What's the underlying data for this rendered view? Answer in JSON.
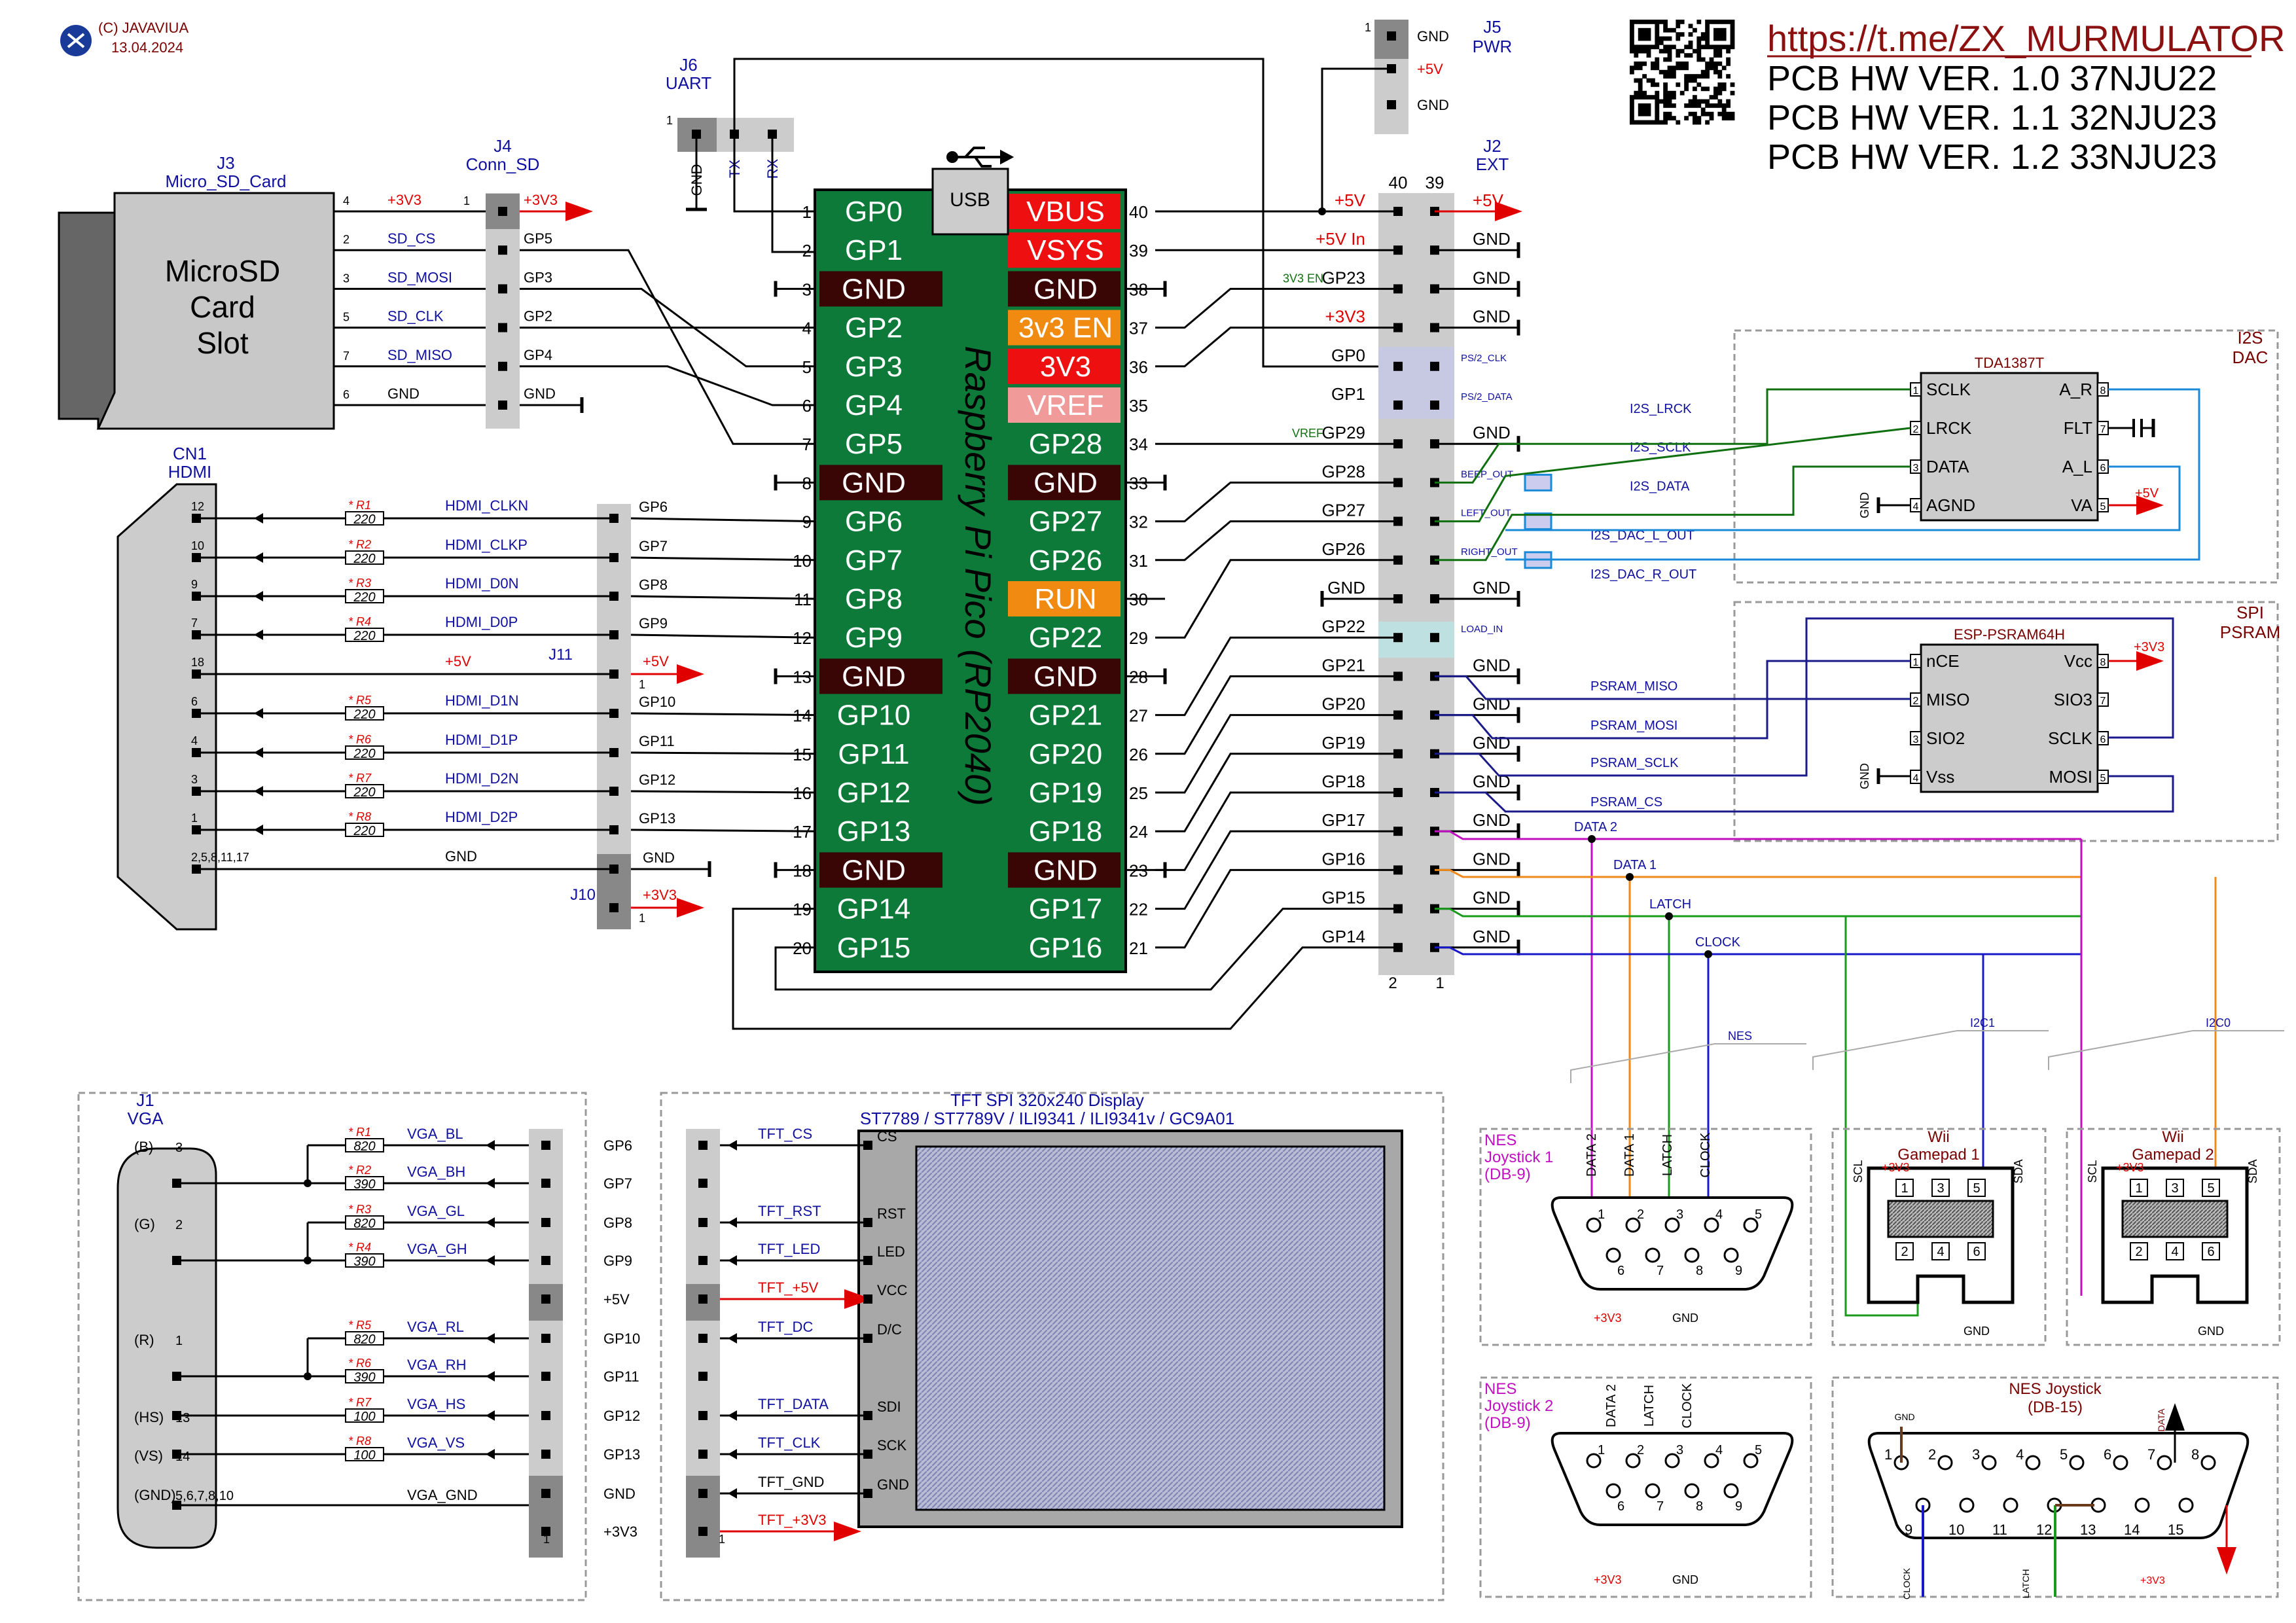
{
  "header": {
    "copyright": "(C) JAVAVIUA",
    "date": "13.04.2024",
    "url": "https://t.me/ZX_MURMULATOR",
    "versions": [
      "PCB HW  VER. 1.0   37NJU22",
      "PCB HW  VER. 1.1   32NJU23",
      "PCB HW  VER. 1.2   33NJU23"
    ]
  },
  "pico": {
    "title": "Raspberry Pi Pico  (RP2040)",
    "usb": "USB",
    "left": [
      {
        "n": "1",
        "l": "GP0",
        "t": "g"
      },
      {
        "n": "2",
        "l": "GP1",
        "t": "g"
      },
      {
        "n": "3",
        "l": "GND",
        "t": "k"
      },
      {
        "n": "4",
        "l": "GP2",
        "t": "g"
      },
      {
        "n": "5",
        "l": "GP3",
        "t": "g"
      },
      {
        "n": "6",
        "l": "GP4",
        "t": "g"
      },
      {
        "n": "7",
        "l": "GP5",
        "t": "g"
      },
      {
        "n": "8",
        "l": "GND",
        "t": "k"
      },
      {
        "n": "9",
        "l": "GP6",
        "t": "g"
      },
      {
        "n": "10",
        "l": "GP7",
        "t": "g"
      },
      {
        "n": "11",
        "l": "GP8",
        "t": "g"
      },
      {
        "n": "12",
        "l": "GP9",
        "t": "g"
      },
      {
        "n": "13",
        "l": "GND",
        "t": "k"
      },
      {
        "n": "14",
        "l": "GP10",
        "t": "g"
      },
      {
        "n": "15",
        "l": "GP11",
        "t": "g"
      },
      {
        "n": "16",
        "l": "GP12",
        "t": "g"
      },
      {
        "n": "17",
        "l": "GP13",
        "t": "g"
      },
      {
        "n": "18",
        "l": "GND",
        "t": "k"
      },
      {
        "n": "19",
        "l": "GP14",
        "t": "g"
      },
      {
        "n": "20",
        "l": "GP15",
        "t": "g"
      }
    ],
    "right": [
      {
        "n": "40",
        "l": "VBUS",
        "t": "r"
      },
      {
        "n": "39",
        "l": "VSYS",
        "t": "r"
      },
      {
        "n": "38",
        "l": "GND",
        "t": "k"
      },
      {
        "n": "37",
        "l": "3v3 EN",
        "t": "o"
      },
      {
        "n": "36",
        "l": "3V3",
        "t": "r"
      },
      {
        "n": "35",
        "l": "VREF",
        "t": "p"
      },
      {
        "n": "34",
        "l": "GP28",
        "t": "g"
      },
      {
        "n": "33",
        "l": "GND",
        "t": "k"
      },
      {
        "n": "32",
        "l": "GP27",
        "t": "g"
      },
      {
        "n": "31",
        "l": "GP26",
        "t": "g"
      },
      {
        "n": "30",
        "l": "RUN",
        "t": "o"
      },
      {
        "n": "29",
        "l": "GP22",
        "t": "g"
      },
      {
        "n": "28",
        "l": "GND",
        "t": "k"
      },
      {
        "n": "27",
        "l": "GP21",
        "t": "g"
      },
      {
        "n": "26",
        "l": "GP20",
        "t": "g"
      },
      {
        "n": "25",
        "l": "GP19",
        "t": "g"
      },
      {
        "n": "24",
        "l": "GP18",
        "t": "g"
      },
      {
        "n": "23",
        "l": "GND",
        "t": "k"
      },
      {
        "n": "22",
        "l": "GP17",
        "t": "g"
      },
      {
        "n": "21",
        "l": "GP16",
        "t": "g"
      }
    ]
  },
  "sd": {
    "ref": "J3",
    "name": "Micro_SD_Card",
    "body": [
      "MicroSD",
      "Card",
      "Slot"
    ],
    "conn_ref": "J4",
    "conn_name": "Conn_SD",
    "rows": [
      {
        "pin": "4",
        "sig": "+3V3",
        "gp": "+3V3",
        "c": "red"
      },
      {
        "pin": "2",
        "sig": "SD_CS",
        "gp": "GP5",
        "c": "blue"
      },
      {
        "pin": "3",
        "sig": "SD_MOSI",
        "gp": "GP3",
        "c": "blue"
      },
      {
        "pin": "5",
        "sig": "SD_CLK",
        "gp": "GP2",
        "c": "blue"
      },
      {
        "pin": "7",
        "sig": "SD_MISO",
        "gp": "GP4",
        "c": "blue"
      },
      {
        "pin": "6",
        "sig": "GND",
        "gp": "GND",
        "c": "txt"
      }
    ]
  },
  "hdmi": {
    "ref": "CN1",
    "name": "HDMI",
    "rows": [
      {
        "pin": "12",
        "r": "R1",
        "v": "220",
        "sig": "HDMI_CLKN",
        "gp": "GP6",
        "c": "blue"
      },
      {
        "pin": "10",
        "r": "R2",
        "v": "220",
        "sig": "HDMI_CLKP",
        "gp": "GP7",
        "c": "blue"
      },
      {
        "pin": "9",
        "r": "R3",
        "v": "220",
        "sig": "HDMI_D0N",
        "gp": "GP8",
        "c": "blue"
      },
      {
        "pin": "7",
        "r": "R4",
        "v": "220",
        "sig": "HDMI_D0P",
        "gp": "GP9",
        "c": "blue"
      },
      {
        "pin": "18",
        "r": "",
        "v": "",
        "sig": "+5V",
        "gp": "+5V",
        "c": "red"
      },
      {
        "pin": "6",
        "r": "R5",
        "v": "220",
        "sig": "HDMI_D1N",
        "gp": "GP10",
        "c": "blue"
      },
      {
        "pin": "4",
        "r": "R6",
        "v": "220",
        "sig": "HDMI_D1P",
        "gp": "GP11",
        "c": "blue"
      },
      {
        "pin": "3",
        "r": "R7",
        "v": "220",
        "sig": "HDMI_D2N",
        "gp": "GP12",
        "c": "blue"
      },
      {
        "pin": "1",
        "r": "R8",
        "v": "220",
        "sig": "HDMI_D2P",
        "gp": "GP13",
        "c": "blue"
      },
      {
        "pin": "2,5,8,11,17",
        "r": "",
        "v": "",
        "sig": "GND",
        "gp": "GND",
        "c": "txt"
      }
    ],
    "j11": "J11",
    "j10": "J10",
    "j10_p5": "+3V3"
  },
  "uart": {
    "ref": "J6",
    "name": "UART",
    "pins": [
      "GND",
      "TX",
      "RX"
    ]
  },
  "pwr": {
    "ref": "J5",
    "name": "PWR",
    "pins": [
      "GND",
      "+5V",
      "GND"
    ]
  },
  "ext": {
    "ref": "J2",
    "name": "EXT",
    "col_a": "40",
    "col_b": "39",
    "col_c": "2",
    "col_d": "1",
    "left": [
      "+5V",
      "+5V In",
      "3V3 EN GP23",
      "+3V3",
      "GP0",
      "GP1",
      "VREF GP29",
      "GP28",
      "GP27",
      "GP26",
      "GND",
      "GP22",
      "GP21",
      "GP20",
      "GP19",
      "GP18",
      "GP17",
      "GP16",
      "GP15",
      "GP14"
    ],
    "right": [
      "+5V",
      "GND",
      "GND",
      "GND",
      "PS/2_CLK",
      "PS/2_DATA",
      "GND",
      "BEEP_OUT",
      "LEFT_OUT",
      "RIGHT_OUT",
      "GND",
      "LOAD_IN",
      "GND",
      "GND",
      "GND",
      "GND",
      "GND",
      "GND",
      "GND",
      "GND"
    ]
  },
  "dac": {
    "title": "I2S DAC",
    "chip": "TDA1387T",
    "left": [
      "SCLK",
      "LRCK",
      "DATA",
      "AGND"
    ],
    "right": [
      "A_R",
      "FLT",
      "A_L",
      "VA"
    ],
    "lpins": [
      "1",
      "2",
      "3",
      "4"
    ],
    "rpins": [
      "8",
      "7",
      "6",
      "5"
    ],
    "nets": [
      "I2S_LRCK",
      "I2S_SCLK",
      "I2S_DATA",
      "I2S_DAC_L_OUT",
      "I2S_DAC_R_OUT"
    ],
    "va": "+5V",
    "gnd": "GND"
  },
  "psram": {
    "title": "SPI PSRAM",
    "chip": "ESP-PSRAM64H",
    "left": [
      "nCE",
      "MISO",
      "SIO2",
      "Vss"
    ],
    "right": [
      "Vcc",
      "SIO3",
      "SCLK",
      "MOSI"
    ],
    "lpins": [
      "1",
      "2",
      "3",
      "4"
    ],
    "rpins": [
      "8",
      "7",
      "6",
      "5"
    ],
    "nets": [
      "PSRAM_MISO",
      "PSRAM_MOSI",
      "PSRAM_SCLK",
      "PSRAM_CS"
    ],
    "vcc": "+3V3",
    "gnd": "GND"
  },
  "gamepad_nets": [
    "DATA 2",
    "DATA 1",
    "LATCH",
    "CLOCK"
  ],
  "bus_labels": [
    "NES",
    "I2C1",
    "I2C0"
  ],
  "vga": {
    "ref": "J1",
    "name": "VGA",
    "rows": [
      {
        "grp": "(B)",
        "pin": "3",
        "r": "R1",
        "v": "820",
        "sig": "VGA_BL",
        "gp": "GP6"
      },
      {
        "grp": "",
        "pin": "",
        "r": "R2",
        "v": "390",
        "sig": "VGA_BH",
        "gp": "GP7"
      },
      {
        "grp": "(G)",
        "pin": "2",
        "r": "R3",
        "v": "820",
        "sig": "VGA_GL",
        "gp": "GP8"
      },
      {
        "grp": "",
        "pin": "",
        "r": "R4",
        "v": "390",
        "sig": "VGA_GH",
        "gp": "GP9"
      },
      {
        "grp": "",
        "pin": "",
        "r": "",
        "v": "",
        "sig": "",
        "gp": "+5V"
      },
      {
        "grp": "(R)",
        "pin": "1",
        "r": "R5",
        "v": "820",
        "sig": "VGA_RL",
        "gp": "GP10"
      },
      {
        "grp": "",
        "pin": "",
        "r": "R6",
        "v": "390",
        "sig": "VGA_RH",
        "gp": "GP11"
      },
      {
        "grp": "(HS)",
        "pin": "13",
        "r": "R7",
        "v": "100",
        "sig": "VGA_HS",
        "gp": "GP12"
      },
      {
        "grp": "(VS)",
        "pin": "14",
        "r": "R8",
        "v": "100",
        "sig": "VGA_VS",
        "gp": "GP13"
      },
      {
        "grp": "(GND)",
        "pin": "5,6,7,8,10",
        "r": "",
        "v": "",
        "sig": "VGA_GND",
        "gp": "GND"
      },
      {
        "grp": "",
        "pin": "",
        "r": "",
        "v": "",
        "sig": "",
        "gp": "+3V3"
      }
    ]
  },
  "tft": {
    "title": "TFT SPI 320x240 Display",
    "subtitle": "ST7789 / ST7789V / ILI9341 / ILI9341v / GC9A01",
    "rows": [
      {
        "sig": "TFT_CS",
        "pin": "CS",
        "c": "blue"
      },
      {
        "sig": "",
        "pin": "",
        "c": "blue"
      },
      {
        "sig": "TFT_RST",
        "pin": "RST",
        "c": "blue"
      },
      {
        "sig": "TFT_LED",
        "pin": "LED",
        "c": "blue"
      },
      {
        "sig": "TFT_+5V",
        "pin": "VCC",
        "c": "red"
      },
      {
        "sig": "TFT_DC",
        "pin": "D/C",
        "c": "blue"
      },
      {
        "sig": "",
        "pin": "",
        "c": "blue"
      },
      {
        "sig": "TFT_DATA",
        "pin": "SDI",
        "c": "blue"
      },
      {
        "sig": "TFT_CLK",
        "pin": "SCK",
        "c": "blue"
      },
      {
        "sig": "TFT_GND",
        "pin": "GND",
        "c": "txt"
      },
      {
        "sig": "TFT_+3V3",
        "pin": "",
        "c": "red"
      }
    ]
  },
  "joy": {
    "nes1": {
      "title": [
        "NES",
        "Joystick 1",
        "(DB-9)"
      ]
    },
    "nes2": {
      "title": [
        "NES",
        "Joystick 2",
        "(DB-9)"
      ]
    },
    "wii1": {
      "title": [
        "Wii",
        "Gamepad 1"
      ]
    },
    "wii2": {
      "title": [
        "Wii",
        "Gamepad 2"
      ]
    },
    "nes15": {
      "title": [
        "NES Joystick",
        "(DB-15)"
      ]
    },
    "db9_top": [
      "1",
      "2",
      "3",
      "4",
      "5"
    ],
    "db9_bot": [
      "6",
      "7",
      "8",
      "9"
    ],
    "nes1_cols": [
      "DATA 2",
      "DATA 1",
      "LATCH",
      "CLOCK"
    ],
    "nes2_cols": [
      "DATA 2",
      "LATCH",
      "CLOCK"
    ],
    "db15_top": [
      "1",
      "2",
      "3",
      "4",
      "5",
      "6",
      "7",
      "8"
    ],
    "db15_bot": [
      "9",
      "10",
      "11",
      "12",
      "13",
      "14",
      "15"
    ],
    "p3v3": "+3V3",
    "gnd": "GND",
    "scl": "SCL",
    "sda": "SDA",
    "data": "DATA",
    "clock": "CLOCK",
    "latch": "LATCH"
  }
}
